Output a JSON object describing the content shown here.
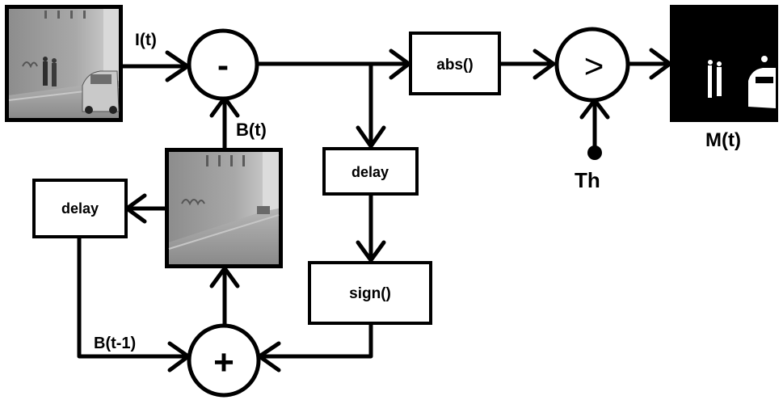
{
  "labels": {
    "input": "I(t)",
    "background": "B(t)",
    "background_prev": "B(t-1)",
    "output": "M(t)",
    "threshold": "Th"
  },
  "operators": {
    "subtract": "-",
    "add": "+",
    "compare": ">"
  },
  "blocks": {
    "abs": "abs()",
    "delay_right": "delay",
    "delay_left": "delay",
    "sign": "sign()"
  }
}
